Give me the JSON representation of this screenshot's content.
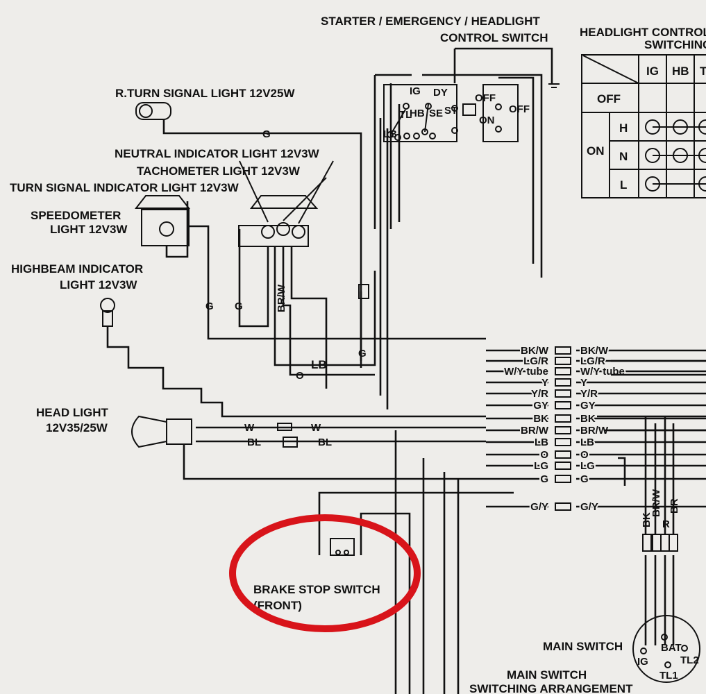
{
  "title_components": {
    "starter_switch": [
      "STARTER / EMERGENCY / HEADLIGHT",
      "CONTROL SWITCH"
    ],
    "headlight_table_title": [
      "HEADLIGHT CONTROL",
      "SWITCHING"
    ],
    "r_turn_signal": "R.TURN SIGNAL LIGHT 12V25W",
    "neutral_indicator": "NEUTRAL INDICATOR LIGHT 12V3W",
    "tachometer_light": "TACHOMETER LIGHT 12V3W",
    "turn_signal_indicator": "TURN SIGNAL INDICATOR LIGHT 12V3W",
    "speedometer_light": [
      "SPEEDOMETER",
      "LIGHT 12V3W"
    ],
    "highbeam_indicator": [
      "HIGHBEAM INDICATOR",
      "LIGHT 12V3W"
    ],
    "head_light": [
      "HEAD LIGHT",
      "12V35/25W"
    ],
    "brake_stop_switch": [
      "BRAKE STOP SWITCH",
      "(FRONT)"
    ],
    "main_switch": "MAIN SWITCH",
    "main_switch_arrangement": [
      "MAIN SWITCH",
      "SWITCHING ARRANGEMENT"
    ]
  },
  "switch_terminals": [
    "IG",
    "DY",
    "TL",
    "HB",
    "SE",
    "ST",
    "LB",
    "OFF",
    "ON",
    "OFF"
  ],
  "headlight_table": {
    "columns": [
      "IG",
      "HB",
      "T"
    ],
    "rows": [
      "OFF",
      "ON",
      "H",
      "N",
      "L"
    ]
  },
  "main_switch_terminals": [
    "IG",
    "BAT",
    "TL1",
    "TL2"
  ],
  "main_switch_wires": [
    "BK",
    "BR/W",
    "R",
    "BR"
  ],
  "wires": {
    "g_top": "G",
    "g_left1": "G",
    "g_left2": "G",
    "br_w": "BR/W",
    "lb": "LB",
    "o": "O",
    "g_mid": "G",
    "head_w_left": "W",
    "head_w_right": "W",
    "head_bl_left": "BL",
    "head_bl_right": "BL"
  },
  "connectors": {
    "left": [
      "BK/W",
      "LG/R",
      "W/Y tube",
      "Y",
      "Y/R",
      "GY",
      "BK",
      "BR/W",
      "LB",
      "O",
      "LG",
      "G",
      "G/Y"
    ],
    "right": [
      "BK/W",
      "LG/R",
      "W/Y tube",
      "Y",
      "Y/R",
      "GY",
      "BK",
      "BR/W",
      "LB",
      "O",
      "LG",
      "G",
      "G/Y"
    ]
  },
  "colors": {
    "ink": "#111111",
    "highlight": "#d8141a",
    "paper": "#eeedea"
  }
}
